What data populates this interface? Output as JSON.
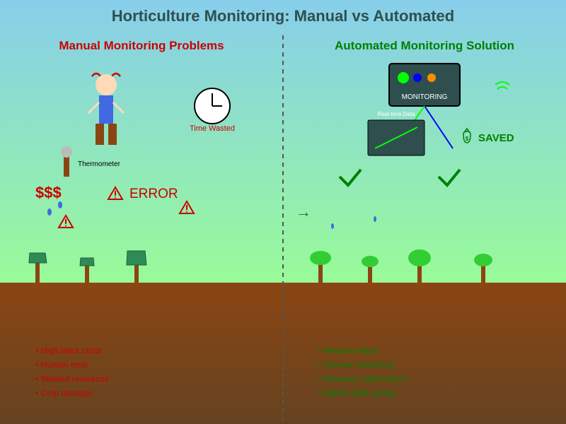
{
  "title": "Horticulture Monitoring: Manual vs Automated",
  "colors": {
    "sky_top": "#87ceeb",
    "sky_bottom": "#98fb98",
    "soil_top": "#8b4513",
    "soil_bottom": "#654321",
    "manual_accent": "#cc0000",
    "auto_accent": "#008000",
    "divider": "#555555"
  },
  "manual": {
    "heading": "Manual Monitoring Problems",
    "thermometer_label": "Thermometer",
    "time_label": "Time Wasted",
    "cost_label": "$$$",
    "error_label": "ERROR",
    "warning_icon": "warning-triangle-icon",
    "problems": [
      "• High labor costs",
      "• Human error",
      "• Wasted resources",
      "• Crop damage"
    ]
  },
  "automated": {
    "heading": "Automated Monitoring Solution",
    "monitor_label": "MONITORING",
    "realtime_label": "Real-time Data",
    "saved_label": "SAVED",
    "money_icon": "money-bag-icon",
    "wifi_icon": "wifi-signal-icon",
    "arrow_label": "→",
    "benefits": [
      "• Reduced labor",
      "• Precise monitoring",
      "• Resource optimization",
      "• Higher yield quality"
    ]
  }
}
